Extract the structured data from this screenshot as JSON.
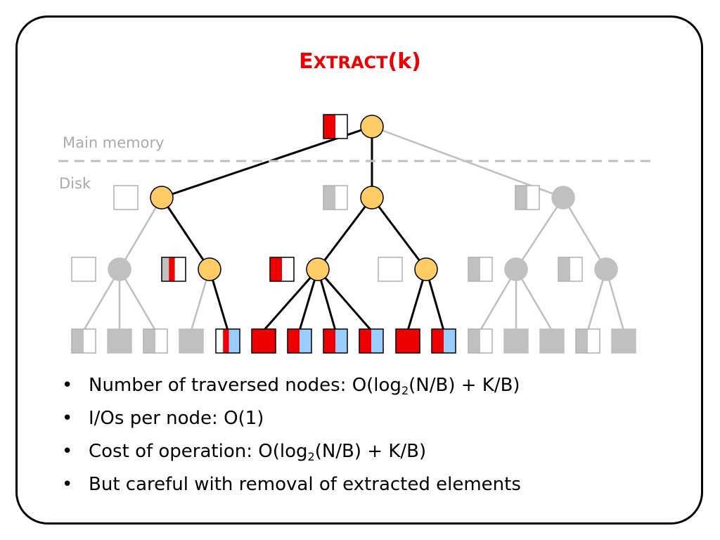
{
  "title": {
    "first": "E",
    "rest": "XTRACT",
    "arg": "(k)"
  },
  "labels": {
    "main_memory": "Main memory",
    "disk": "Disk"
  },
  "colors": {
    "title": "#ee0000",
    "node": "#ffcc66",
    "node_inactive": "#c0c0c0",
    "red": "#ee0000",
    "blue": "#99ccff",
    "gray": "#c0c0c0",
    "edge": "#000000",
    "edge_inactive": "#c0c0c0",
    "divider": "#c0c0c0"
  },
  "bullets": [
    {
      "pre": "Number of traversed nodes: O(log",
      "sub": "2",
      "post": "(N/B) + K/B)"
    },
    {
      "pre": "I/Os per node: O(1)",
      "sub": "",
      "post": ""
    },
    {
      "pre": "Cost of operation: O(log",
      "sub": "2",
      "post": "(N/B) + K/B)"
    },
    {
      "pre": "But careful with removal of extracted elements",
      "sub": "",
      "post": ""
    }
  ],
  "tree": {
    "nodes": [
      {
        "id": "root",
        "active": true,
        "buffer": [
          "red",
          "white"
        ]
      },
      {
        "id": "l1-left",
        "active": true,
        "buffer": [
          "white"
        ]
      },
      {
        "id": "l1-mid",
        "active": true,
        "buffer": [
          "gray",
          "white"
        ]
      },
      {
        "id": "l1-right",
        "active": false,
        "buffer": [
          "gray",
          "white"
        ]
      },
      {
        "id": "l2-1",
        "active": false,
        "buffer": [
          "white"
        ]
      },
      {
        "id": "l2-2",
        "active": true,
        "buffer": [
          "gray",
          "red",
          "white"
        ]
      },
      {
        "id": "l2-3",
        "active": true,
        "buffer": [
          "red",
          "white"
        ]
      },
      {
        "id": "l2-4",
        "active": true,
        "buffer": [
          "white"
        ]
      },
      {
        "id": "l2-5",
        "active": false,
        "buffer": [
          "gray",
          "white"
        ]
      },
      {
        "id": "l2-6",
        "active": false,
        "buffer": [
          "gray",
          "white"
        ]
      }
    ],
    "leaves": [
      {
        "id": "leaf-1",
        "parent": "l2-1",
        "active": false,
        "fill": [
          "gray",
          "white"
        ]
      },
      {
        "id": "leaf-2",
        "parent": "l2-1",
        "active": false,
        "fill": [
          "gray"
        ]
      },
      {
        "id": "leaf-3",
        "parent": "l2-1",
        "active": false,
        "fill": [
          "gray",
          "white"
        ]
      },
      {
        "id": "leaf-4",
        "parent": "l2-2",
        "active": false,
        "fill": [
          "gray"
        ]
      },
      {
        "id": "leaf-5",
        "parent": "l2-2",
        "active": true,
        "fill": [
          "white",
          "red",
          "blue"
        ]
      },
      {
        "id": "leaf-6",
        "parent": "l2-3",
        "active": true,
        "fill": [
          "red"
        ]
      },
      {
        "id": "leaf-7",
        "parent": "l2-3",
        "active": true,
        "fill": [
          "red",
          "blue"
        ]
      },
      {
        "id": "leaf-8",
        "parent": "l2-3",
        "active": true,
        "fill": [
          "red",
          "blue"
        ]
      },
      {
        "id": "leaf-9",
        "parent": "l2-3",
        "active": true,
        "fill": [
          "red",
          "blue"
        ]
      },
      {
        "id": "leaf-10",
        "parent": "l2-4",
        "active": true,
        "fill": [
          "red"
        ]
      },
      {
        "id": "leaf-11",
        "parent": "l2-4",
        "active": true,
        "fill": [
          "red",
          "blue"
        ]
      },
      {
        "id": "leaf-12",
        "parent": "l2-5",
        "active": false,
        "fill": [
          "gray",
          "white"
        ]
      },
      {
        "id": "leaf-13",
        "parent": "l2-5",
        "active": false,
        "fill": [
          "gray"
        ]
      },
      {
        "id": "leaf-14",
        "parent": "l2-5",
        "active": false,
        "fill": [
          "gray"
        ]
      },
      {
        "id": "leaf-15",
        "parent": "l2-6",
        "active": false,
        "fill": [
          "gray",
          "white"
        ]
      },
      {
        "id": "leaf-16",
        "parent": "l2-6",
        "active": false,
        "fill": [
          "gray"
        ]
      }
    ]
  }
}
